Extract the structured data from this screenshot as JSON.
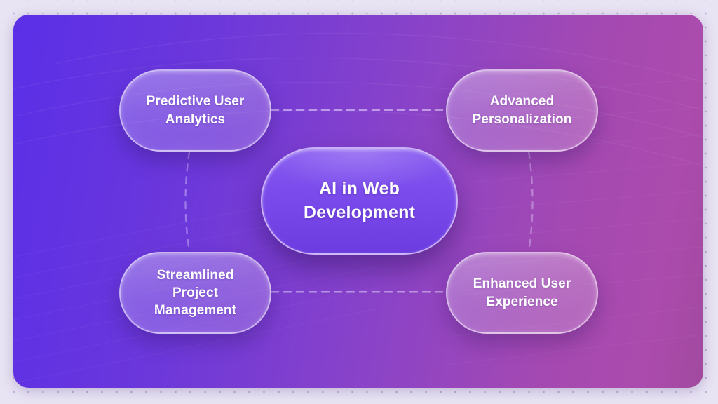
{
  "diagram": {
    "type": "mindmap",
    "center": {
      "id": "ai-in-web-development",
      "label": "AI in Web Development"
    },
    "satellites": [
      {
        "id": "predictive-user-analytics",
        "position": "top-left",
        "label": "Predictive User Analytics"
      },
      {
        "id": "advanced-personalization",
        "position": "top-right",
        "label": "Advanced Personalization"
      },
      {
        "id": "streamlined-project-management",
        "position": "bottom-left",
        "label": "Streamlined Project Management"
      },
      {
        "id": "enhanced-user-experience",
        "position": "bottom-right",
        "label": "Enhanced User Experience"
      }
    ],
    "connectors": [
      {
        "id": "connector-top",
        "from": "predictive-user-analytics",
        "to": "advanced-personalization",
        "style": "dashed"
      },
      {
        "id": "connector-bottom",
        "from": "streamlined-project-management",
        "to": "enhanced-user-experience",
        "style": "dashed"
      },
      {
        "id": "connector-left",
        "from": "predictive-user-analytics",
        "to": "streamlined-project-management",
        "style": "dashed"
      },
      {
        "id": "connector-right",
        "from": "advanced-personalization",
        "to": "enhanced-user-experience",
        "style": "dashed"
      }
    ]
  },
  "colors": {
    "frame_background": "#e9e4f4",
    "frame_dot": "#967ebe",
    "canvas_gradient_left": "#5a2fe7",
    "canvas_gradient_mid": "#8a43c8",
    "canvas_gradient_right": "#ab4bad",
    "center_node_fill_top": "#8557f0",
    "center_node_fill_bottom": "#6c3ce0",
    "center_node_border": "#d8c4fc",
    "satellite_node_fill": "rgba(255,255,255,0.25)",
    "satellite_node_border": "rgba(255,255,255,0.55)",
    "connector": "rgba(219,203,248,0.62)",
    "text": "#ffffff"
  }
}
